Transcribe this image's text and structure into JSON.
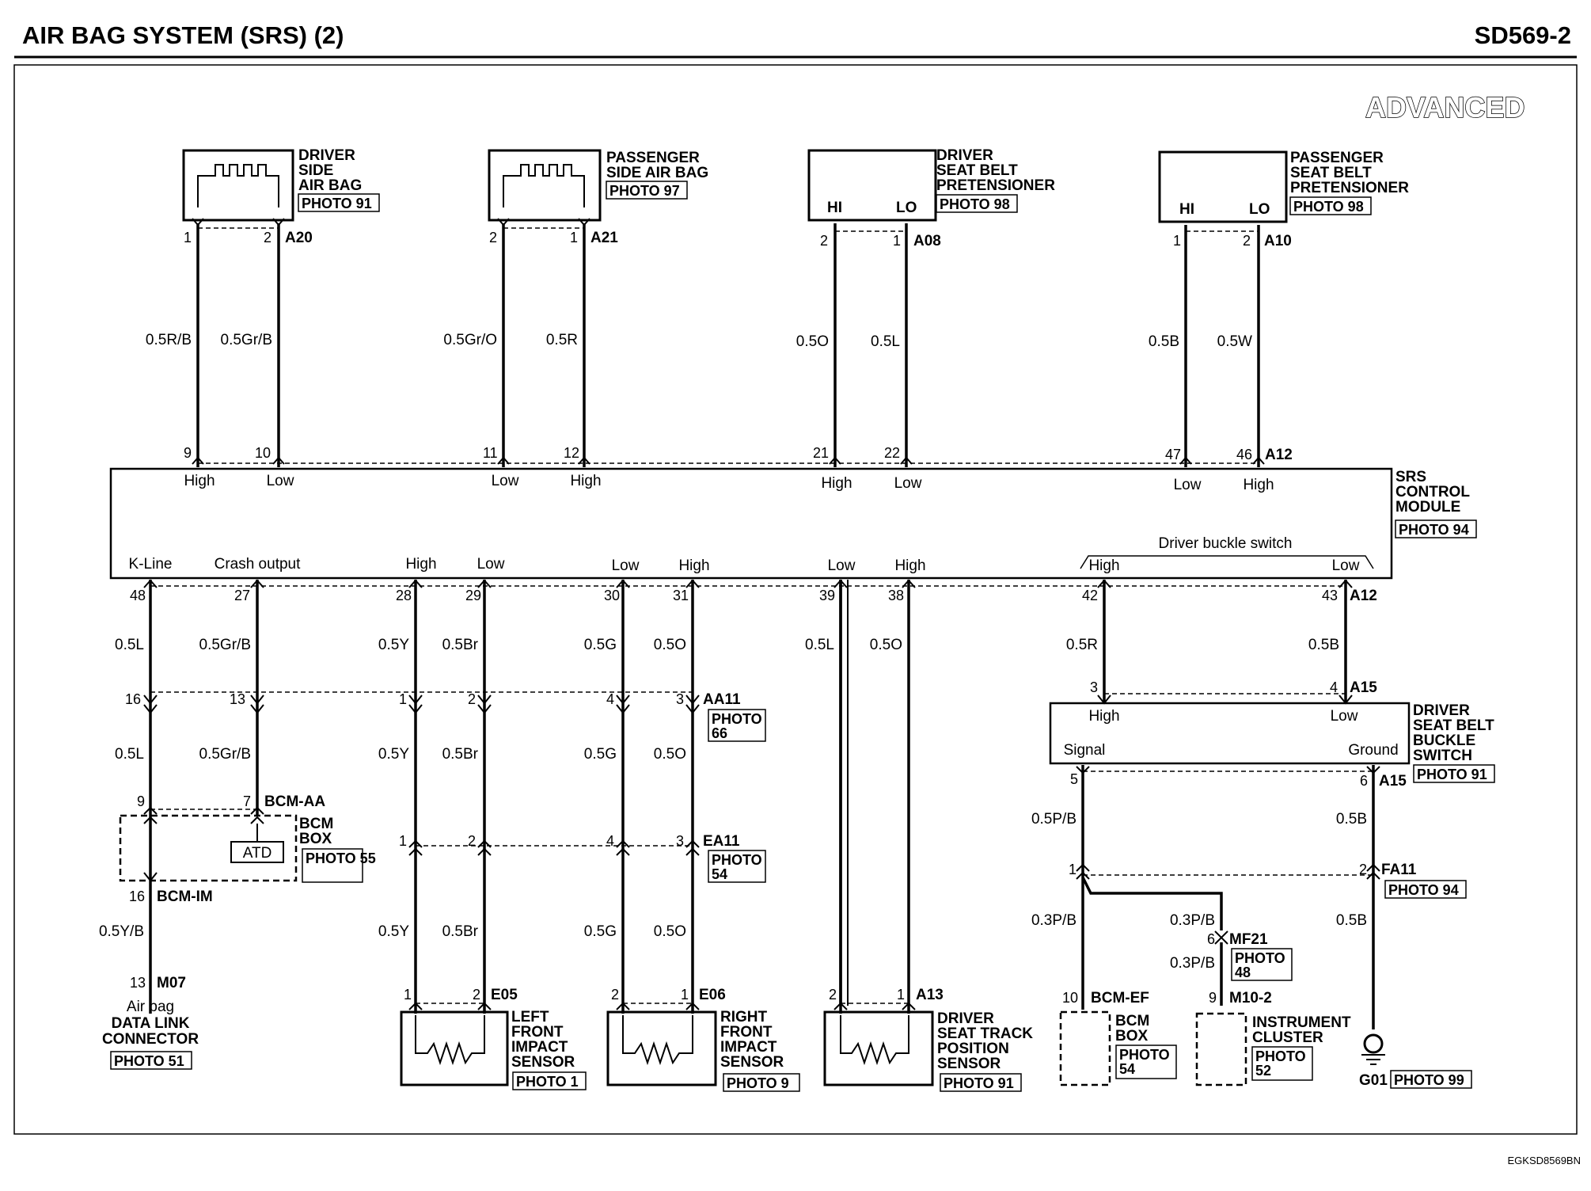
{
  "header": {
    "title": "AIR BAG SYSTEM (SRS) (2)",
    "code": "SD569-2"
  },
  "badge": "ADVANCED",
  "footer_code": "EGKSD8569BN",
  "components": {
    "driver_airbag": {
      "lines": [
        "DRIVER",
        "SIDE",
        "AIR BAG"
      ],
      "photo": "PHOTO 91",
      "conn": "A20",
      "pin1": "1",
      "pin2": "2"
    },
    "pass_airbag": {
      "lines": [
        "PASSENGER",
        "SIDE AIR BAG"
      ],
      "photo": "PHOTO 97",
      "conn": "A21",
      "pin1": "2",
      "pin2": "1"
    },
    "driver_pret": {
      "lines": [
        "DRIVER",
        "SEAT BELT",
        "PRETENSIONER"
      ],
      "photo": "PHOTO 98",
      "conn": "A08",
      "pin1": "2",
      "pin2": "1",
      "hi": "HI",
      "lo": "LO"
    },
    "pass_pret": {
      "lines": [
        "PASSENGER",
        "SEAT BELT",
        "PRETENSIONER"
      ],
      "photo": "PHOTO 98",
      "conn": "A10",
      "pin1": "1",
      "pin2": "2",
      "hi": "HI",
      "lo": "LO"
    },
    "srs": {
      "lines": [
        "SRS",
        "CONTROL",
        "MODULE"
      ],
      "photo": "PHOTO 94",
      "conn_top": "A12",
      "conn_bottom": "A12",
      "buckle_caption": "Driver buckle switch"
    },
    "buckle": {
      "lines": [
        "DRIVER",
        "SEAT BELT",
        "BUCKLE",
        "SWITCH"
      ],
      "photo": "PHOTO 91",
      "conn_top": "A15",
      "conn_bottom": "A15",
      "high": "High",
      "low": "Low",
      "signal": "Signal",
      "ground": "Ground"
    },
    "bcm_box_left": {
      "lines": [
        "BCM",
        "BOX"
      ],
      "photo": "PHOTO 55",
      "atd": "ATD",
      "conn_aa": "BCM-AA",
      "conn_im": "BCM-IM"
    },
    "dlc": {
      "conn": "M07",
      "lines": [
        "Air bag",
        "DATA LINK",
        "CONNECTOR"
      ],
      "photo": "PHOTO 51"
    },
    "aa11": {
      "conn": "AA11",
      "photo_lines": [
        "PHOTO",
        "66"
      ]
    },
    "ea11": {
      "conn": "EA11",
      "photo_lines": [
        "PHOTO",
        "54"
      ]
    },
    "left_sensor": {
      "conn": "E05",
      "lines": [
        "LEFT",
        "FRONT",
        "IMPACT",
        "SENSOR"
      ],
      "photo": "PHOTO 1"
    },
    "right_sensor": {
      "conn": "E06",
      "lines": [
        "RIGHT",
        "FRONT",
        "IMPACT",
        "SENSOR"
      ],
      "photo": "PHOTO 9"
    },
    "track_sensor": {
      "conn": "A13",
      "lines": [
        "DRIVER",
        "SEAT TRACK",
        "POSITION",
        "SENSOR"
      ],
      "photo": "PHOTO 91"
    },
    "fa11": {
      "conn": "FA11",
      "photo": "PHOTO 94"
    },
    "mf21": {
      "conn": "MF21",
      "photo_lines": [
        "PHOTO",
        "48"
      ]
    },
    "bcm_ef": {
      "conn": "BCM-EF",
      "lines": [
        "BCM",
        "BOX"
      ],
      "photo_lines": [
        "PHOTO",
        "54"
      ]
    },
    "cluster": {
      "conn": "M10-2",
      "lines": [
        "INSTRUMENT",
        "CLUSTER"
      ],
      "photo_lines": [
        "PHOTO",
        "52"
      ]
    },
    "ground": {
      "conn": "G01",
      "photo": "PHOTO 99"
    }
  },
  "srs_terminals_top": [
    {
      "pin": "9",
      "label": "High"
    },
    {
      "pin": "10",
      "label": "Low"
    },
    {
      "pin": "11",
      "label": "Low"
    },
    {
      "pin": "12",
      "label": "High"
    },
    {
      "pin": "21",
      "label": "High"
    },
    {
      "pin": "22",
      "label": "Low"
    },
    {
      "pin": "47",
      "label": "Low"
    },
    {
      "pin": "46",
      "label": "High"
    }
  ],
  "srs_terminals_bottom": [
    {
      "pin": "48",
      "label": "K-Line"
    },
    {
      "pin": "27",
      "label": "Crash output"
    },
    {
      "pin": "28",
      "label": "High"
    },
    {
      "pin": "29",
      "label": "Low"
    },
    {
      "pin": "30",
      "label": "Low"
    },
    {
      "pin": "31",
      "label": "High"
    },
    {
      "pin": "39",
      "label": "Low"
    },
    {
      "pin": "38",
      "label": "High"
    },
    {
      "pin": "42",
      "label": "High"
    },
    {
      "pin": "43",
      "label": "Low"
    }
  ],
  "wires_top": [
    "0.5R/B",
    "0.5Gr/B",
    "0.5Gr/O",
    "0.5R",
    "0.5O",
    "0.5L",
    "0.5B",
    "0.5W"
  ],
  "wires_bottom_1": [
    "0.5L",
    "0.5Gr/B",
    "0.5Y",
    "0.5Br",
    "0.5G",
    "0.5O",
    "0.5L",
    "0.5O",
    "0.5R",
    "0.5B"
  ],
  "wires_bottom_2": [
    "0.5L",
    "0.5Gr/B",
    "0.5Y",
    "0.5Br",
    "0.5G",
    "0.5O"
  ],
  "wires_bottom_3": [
    "0.5Y/B",
    "0.5Y",
    "0.5Br",
    "0.5G",
    "0.5O"
  ],
  "wires_buckle": [
    "0.5P/B",
    "0.5B",
    "0.3P/B",
    "0.3P/B",
    "0.3P/B",
    "0.5B"
  ],
  "pins": {
    "aa11": [
      "16",
      "13",
      "1",
      "2",
      "4",
      "3"
    ],
    "bcm_left": [
      "9",
      "7",
      "16",
      "13"
    ],
    "ea11": [
      "1",
      "2",
      "4",
      "3"
    ],
    "sensors": [
      "1",
      "2",
      "2",
      "1",
      "2",
      "1"
    ],
    "buckle_top": [
      "3",
      "4"
    ],
    "buckle_bottom": [
      "5",
      "6"
    ],
    "fa11": [
      "1",
      "2"
    ],
    "mf21": "6",
    "bcm_ef": "10",
    "cluster": "9"
  }
}
